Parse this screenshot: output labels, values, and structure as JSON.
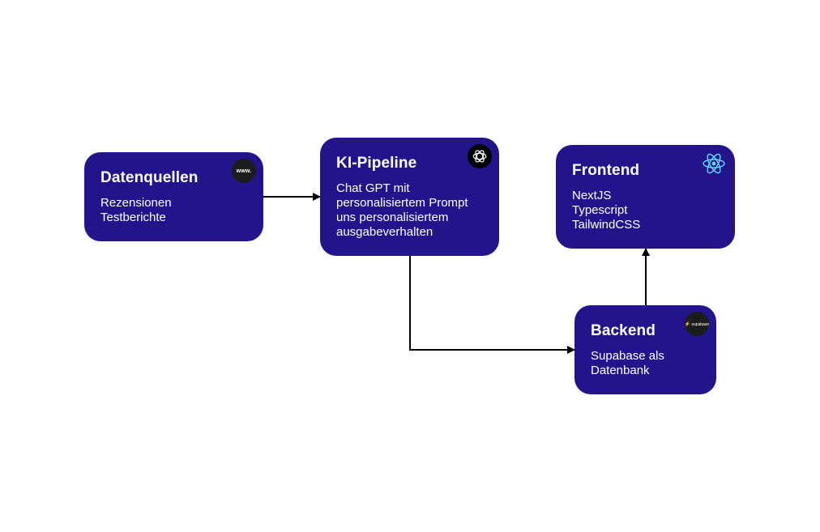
{
  "nodes": {
    "datenquellen": {
      "title": "Datenquellen",
      "lines": [
        "Rezensionen",
        "Testberichte"
      ],
      "icon": "www-icon",
      "icon_text": "www."
    },
    "ki_pipeline": {
      "title": "KI-Pipeline",
      "lines": [
        "Chat GPT mit",
        "personalisiertem Prompt",
        "uns personalisiertem",
        "ausgabeverhalten"
      ],
      "icon": "openai-icon"
    },
    "frontend": {
      "title": "Frontend",
      "lines": [
        "NextJS",
        "Typescript",
        "TailwindCSS"
      ],
      "icon": "react-icon"
    },
    "backend": {
      "title": "Backend",
      "lines": [
        "Supabase als",
        "Datenbank"
      ],
      "icon": "supabase-icon",
      "icon_text": "supabase"
    }
  },
  "colors": {
    "node_fill": "#24148c",
    "node_text": "#ffffff",
    "badge_fill": "#1c1c1c",
    "react": "#61dafb",
    "supabase": "#3ecf8e",
    "connector": "#000000"
  }
}
